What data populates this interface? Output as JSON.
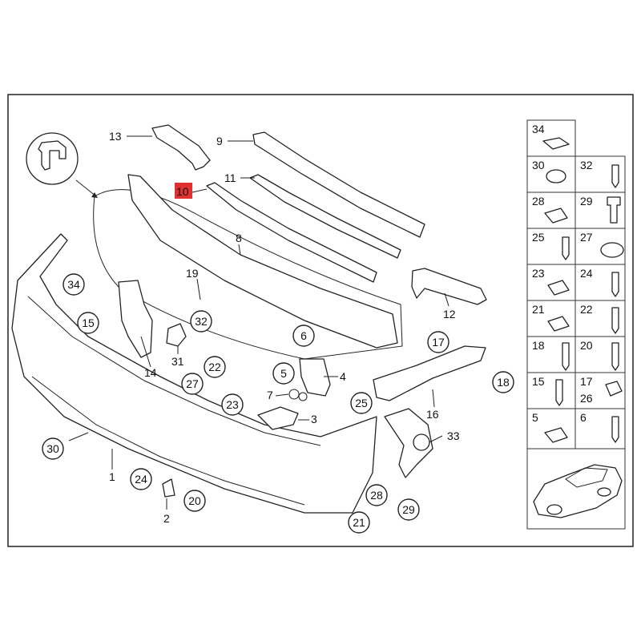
{
  "highlight_color": "#e03030",
  "labels": {
    "p1": "1",
    "p2": "2",
    "p3": "3",
    "p4": "4",
    "p5": "5",
    "p6": "6",
    "p7": "7",
    "p8": "8",
    "p9": "9",
    "p10": "10",
    "p11": "11",
    "p12": "12",
    "p13": "13",
    "p14": "14",
    "p15": "15",
    "p16": "16",
    "p17": "17",
    "p18": "18",
    "p19": "19",
    "p20": "20",
    "p21": "21",
    "p22": "22",
    "p23": "23",
    "p24": "24",
    "p25": "25",
    "p27": "27",
    "p28": "28",
    "p29": "29",
    "p30": "30",
    "p31": "31",
    "p32": "32",
    "p33": "33",
    "p34": "34"
  },
  "sidebar": {
    "row1": [
      "34"
    ],
    "row2": [
      "30",
      "32"
    ],
    "row3": [
      "28",
      "29"
    ],
    "row4": [
      "25",
      "27"
    ],
    "row5": [
      "23",
      "24"
    ],
    "row6": [
      "21",
      "22"
    ],
    "row7": [
      "18",
      "20"
    ],
    "row8": [
      "15",
      "17",
      "26"
    ],
    "row9": [
      "5",
      "6"
    ]
  }
}
